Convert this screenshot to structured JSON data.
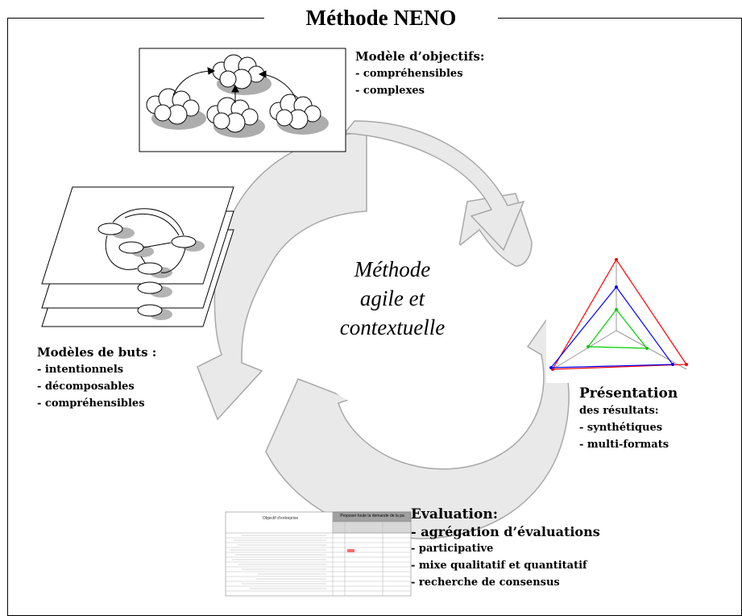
{
  "title": "Méthode NENO",
  "center": {
    "line1": "Méthode",
    "line2": "agile et",
    "line3": "contextuelle"
  },
  "objectifs": {
    "heading": "Modèle d’objectifs:",
    "items": [
      "- compréhensibles",
      "- complexes"
    ]
  },
  "buts": {
    "heading": "Modèles de buts :",
    "items": [
      "- intentionnels",
      "- décomposables",
      "- compréhensibles"
    ]
  },
  "presentation": {
    "heading": "Présentation",
    "subheading": "des résultats:",
    "items": [
      "- synthétiques",
      "- multi-formats"
    ]
  },
  "evaluation": {
    "heading": "Evaluation:",
    "items": [
      "- agrégation d’évaluations",
      "- participative",
      "- mixe qualitatif et quantitatif",
      "- recherche de consensus"
    ]
  },
  "table_thumbnail": {
    "column_title": "Objectif d'entreprise",
    "header": "Proposer toute la demande de la pa"
  },
  "colors": {
    "arrow_fill": "#e9e9e9",
    "arrow_stroke": "#a8a8a8",
    "radar_red": "#ff0000",
    "radar_blue": "#0000ff",
    "radar_green": "#00cc00",
    "table_header": "#a0a0a0"
  }
}
